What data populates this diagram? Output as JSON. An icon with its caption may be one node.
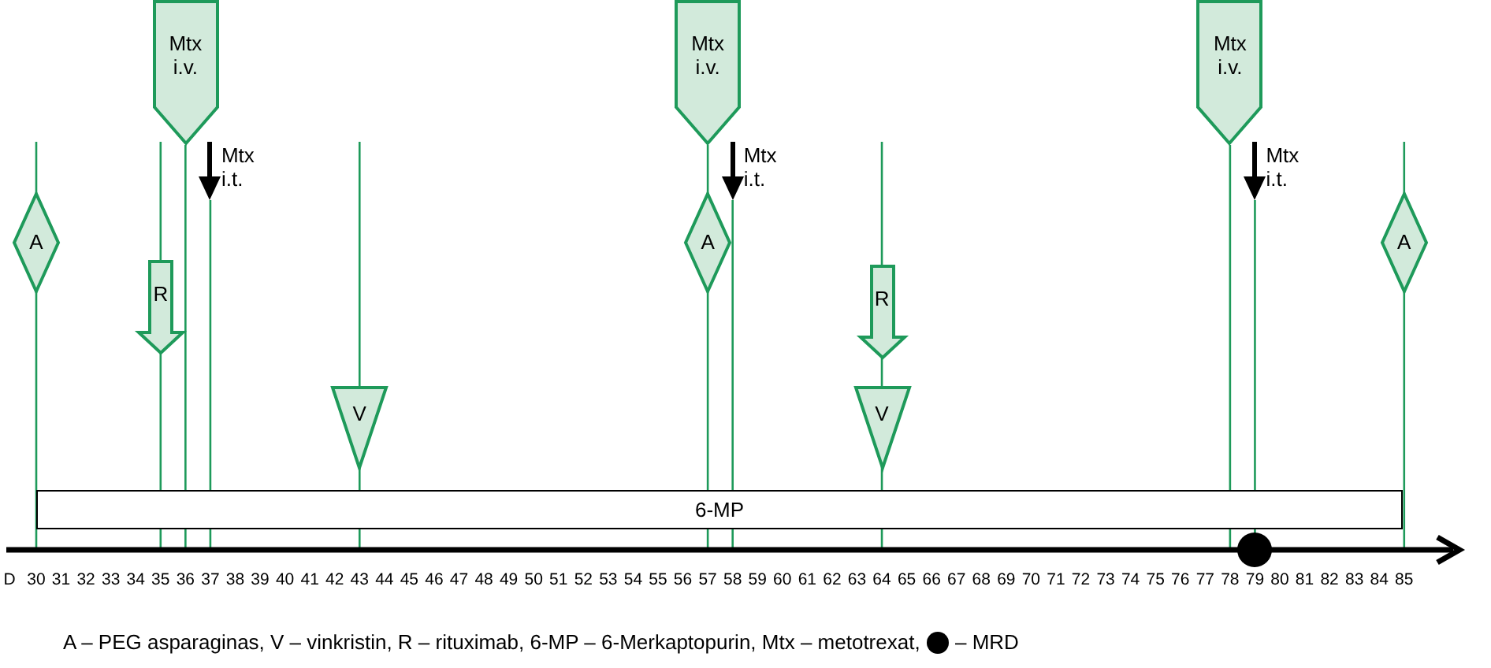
{
  "diagram": {
    "nodes": [
      {
        "text": [
          "Mtx i.v."
        ]
      },
      {
        "text": [
          "Mtx i.v."
        ]
      },
      {
        "text": [
          "Mtx i.v."
        ]
      },
      {
        "text": [
          "Mtx i.t."
        ]
      },
      {
        "text": [
          "Mtx i.t."
        ]
      },
      {
        "text": [
          "Mtx i.t."
        ]
      },
      {
        "text": [
          "A"
        ]
      },
      {
        "text": [
          "A"
        ]
      },
      {
        "text": [
          "A"
        ]
      },
      {
        "text": [
          "R"
        ]
      },
      {
        "text": [
          "R"
        ]
      },
      {
        "text": [
          "V"
        ]
      },
      {
        "text": [
          "V"
        ]
      },
      {
        "text": [
          "6-MP"
        ]
      },
      {
        "text": [],
        "shape": "circle"
      }
    ],
    "labels": [
      "D",
      "30",
      "31",
      "32",
      "33",
      "34",
      "35",
      "36",
      "37",
      "38",
      "39",
      "40",
      "41",
      "42",
      "43",
      "44",
      "45",
      "46",
      "47",
      "48",
      "49",
      "50",
      "51",
      "52",
      "53",
      "54",
      "55",
      "56",
      "57",
      "58",
      "59",
      "60",
      "61",
      "62",
      "63",
      "64",
      "65",
      "66",
      "67",
      "68",
      "69",
      "70",
      "71",
      "72",
      "73",
      "74",
      "75",
      "76",
      "77",
      "78",
      "79",
      "80",
      "81",
      "82",
      "83",
      "84",
      "85",
      "A – PEG asparaginas, V – vinkristin, R – rituximab, 6-MP – 6-Merkaptopurin, Mtx – metotrexat,",
      "– MRD"
    ]
  }
}
